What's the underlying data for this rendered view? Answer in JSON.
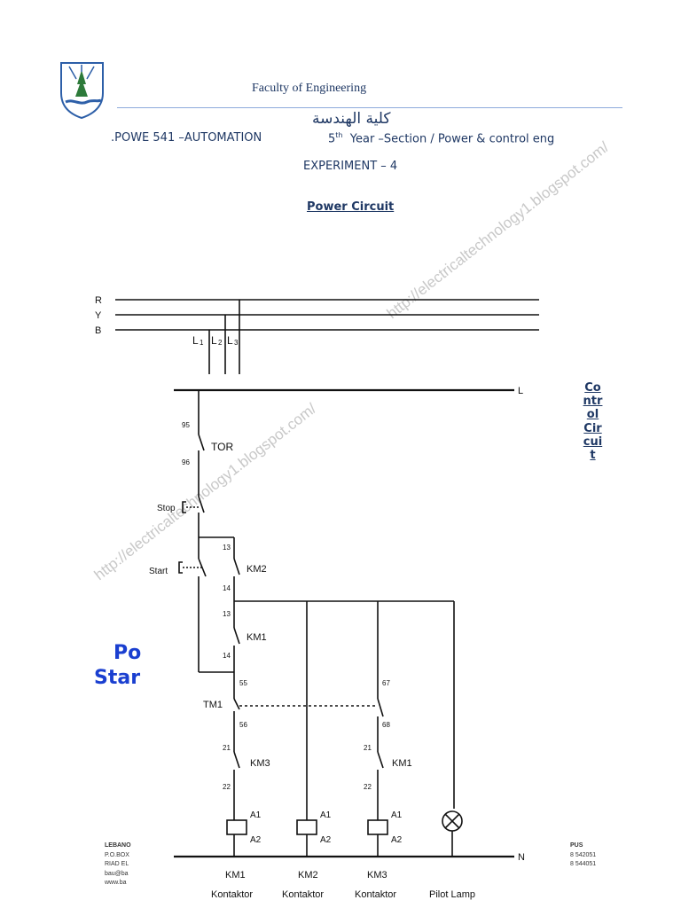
{
  "header": {
    "faculty": "Faculty of Engineering",
    "arabic_title": "كلية الهندسة",
    "course": ".POWE 541 –AUTOMATION",
    "year_num": "5",
    "year_sup": "th",
    "year_rest": "Year –Section / Power & control eng",
    "experiment": "EXPERIMENT – 4",
    "power_circuit": "Power Circuit",
    "control_circuit": "Control Circuit"
  },
  "partial_title": {
    "line1": "Po",
    "line2": "Star"
  },
  "footer": {
    "left": [
      "LEBANO",
      "P.O.BOX",
      "RIAD EL",
      "bau@ba",
      "www.ba"
    ],
    "right": [
      "PUS",
      "8 542051",
      "8 544051"
    ]
  },
  "watermark": {
    "a": "http://electricaltechnology1.blogspot.com/",
    "b": "http://electricaltechnology1.blogspot.com/"
  },
  "schematic": {
    "lines": {
      "r": "R",
      "y": "Y",
      "b": "B",
      "l": "L",
      "n": "N"
    },
    "phases": {
      "l1": "L",
      "l1s": "1",
      "l2": "L",
      "l2s": "2",
      "l3": "L",
      "l3s": "3"
    },
    "tor": {
      "top": "95",
      "label": "TOR",
      "bottom": "96"
    },
    "stop": "Stop",
    "start": "Start",
    "km2_contact": {
      "top": "13",
      "label": "KM2",
      "bottom": "14"
    },
    "km1_contact": {
      "top": "13",
      "label": "KM1",
      "bottom": "14"
    },
    "tm1_nc": {
      "top": "55",
      "label": "TM1",
      "bottom": "56"
    },
    "tm1_no": {
      "top": "67",
      "bottom": "68"
    },
    "km3_nc": {
      "top": "21",
      "label": "KM3",
      "bottom": "22"
    },
    "km1_nc": {
      "top": "21",
      "label": "KM1",
      "bottom": "22"
    },
    "coil_a1": "A1",
    "coil_a2": "A2",
    "loads": [
      {
        "name": "KM1",
        "sub": "Kontaktor"
      },
      {
        "name": "KM2",
        "sub": "Kontaktor"
      },
      {
        "name": "KM3",
        "sub": "Kontaktor"
      },
      {
        "name": "Pilot Lamp",
        "sub": ""
      }
    ]
  }
}
